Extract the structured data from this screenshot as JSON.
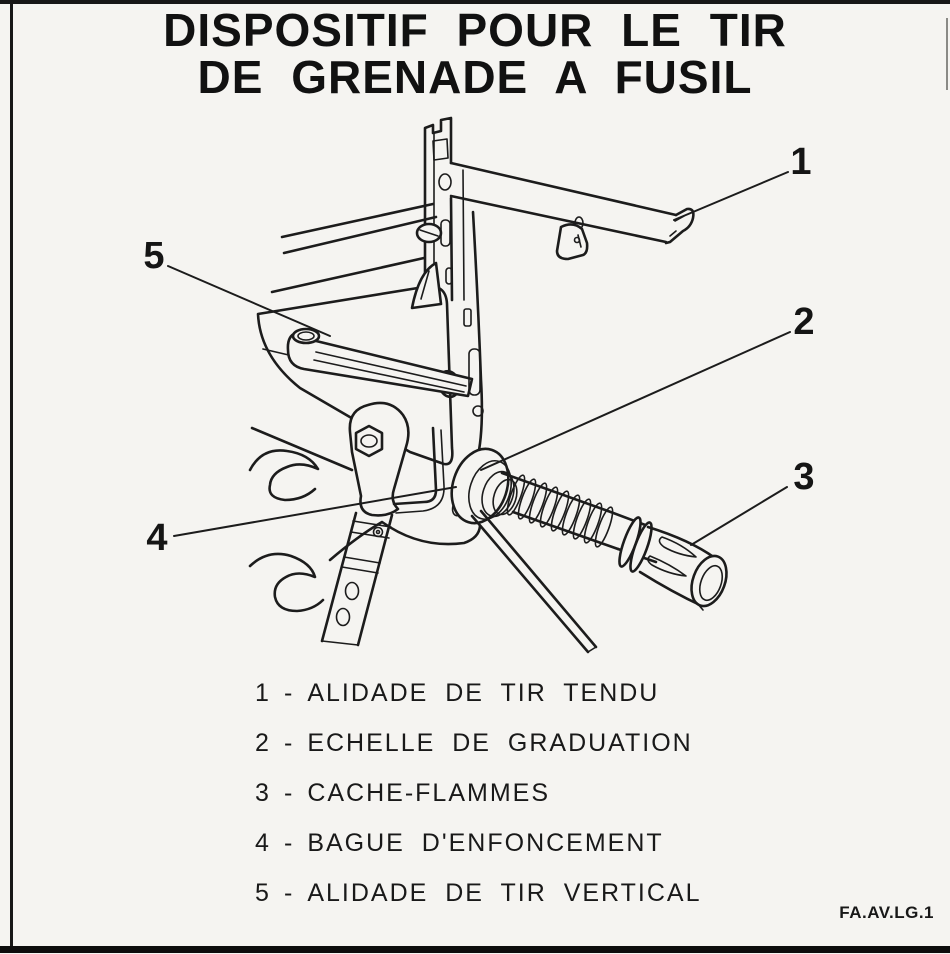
{
  "page": {
    "background": "#f5f4f1",
    "ink": "#1c1c1c"
  },
  "title": {
    "line1": "DISPOSITIF POUR LE TIR",
    "line2": "DE GRENADE A FUSIL"
  },
  "diagram": {
    "description": "Line drawing of a rifle muzzle fitted with the rifle-grenade firing device, with five numbered callouts",
    "callouts": [
      "1",
      "2",
      "3",
      "4",
      "5"
    ]
  },
  "legend": {
    "separator": "-",
    "items": [
      {
        "number": "1",
        "label": "ALIDADE DE TIR TENDU"
      },
      {
        "number": "2",
        "label": "ECHELLE DE GRADUATION"
      },
      {
        "number": "3",
        "label": "CACHE-FLAMMES"
      },
      {
        "number": "4",
        "label": "BAGUE D'ENFONCEMENT"
      },
      {
        "number": "5",
        "label": "ALIDADE DE TIR VERTICAL"
      }
    ]
  },
  "footer": {
    "reference": "FA.AV.LG.1"
  }
}
